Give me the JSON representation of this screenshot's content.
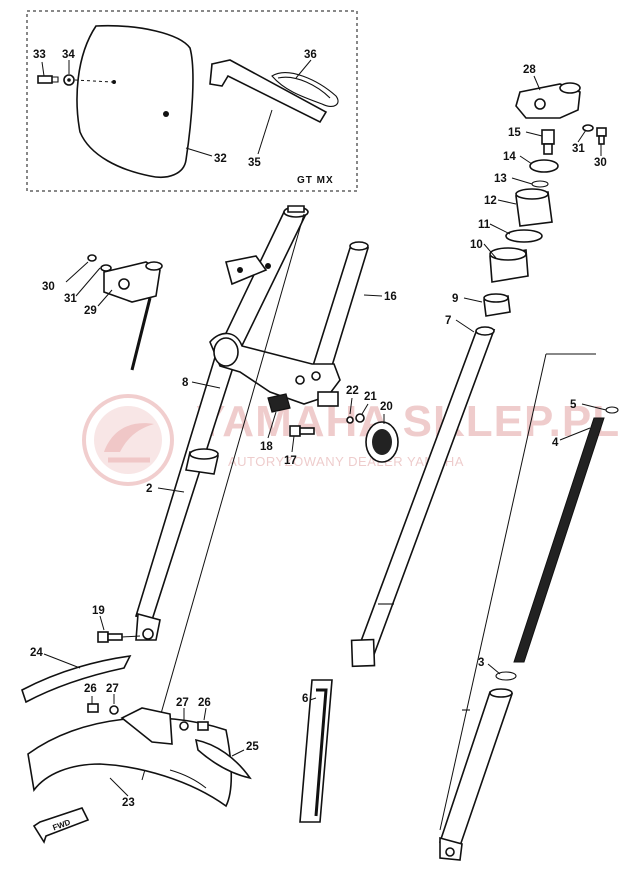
{
  "diagram": {
    "callouts": [
      {
        "id": "c33",
        "label": "33"
      },
      {
        "id": "c34",
        "label": "34"
      },
      {
        "id": "c36",
        "label": "36"
      },
      {
        "id": "c32",
        "label": "32"
      },
      {
        "id": "c35",
        "label": "35"
      },
      {
        "id": "c28",
        "label": "28"
      },
      {
        "id": "c15",
        "label": "15"
      },
      {
        "id": "c31a",
        "label": "31"
      },
      {
        "id": "c30a",
        "label": "30"
      },
      {
        "id": "c14",
        "label": "14"
      },
      {
        "id": "c13",
        "label": "13"
      },
      {
        "id": "c12",
        "label": "12"
      },
      {
        "id": "c11",
        "label": "11"
      },
      {
        "id": "c10",
        "label": "10"
      },
      {
        "id": "c9",
        "label": "9"
      },
      {
        "id": "c7",
        "label": "7"
      },
      {
        "id": "c30b",
        "label": "30"
      },
      {
        "id": "c31b",
        "label": "31"
      },
      {
        "id": "c29",
        "label": "29"
      },
      {
        "id": "c16",
        "label": "16"
      },
      {
        "id": "c8",
        "label": "8"
      },
      {
        "id": "c22",
        "label": "22"
      },
      {
        "id": "c21",
        "label": "21"
      },
      {
        "id": "c20",
        "label": "20"
      },
      {
        "id": "c18",
        "label": "18"
      },
      {
        "id": "c17",
        "label": "17"
      },
      {
        "id": "c5",
        "label": "5"
      },
      {
        "id": "c4",
        "label": "4"
      },
      {
        "id": "c2",
        "label": "2"
      },
      {
        "id": "c19",
        "label": "19"
      },
      {
        "id": "c24",
        "label": "24"
      },
      {
        "id": "c26a",
        "label": "26"
      },
      {
        "id": "c27a",
        "label": "27"
      },
      {
        "id": "c27b",
        "label": "27"
      },
      {
        "id": "c26b",
        "label": "26"
      },
      {
        "id": "c25",
        "label": "25"
      },
      {
        "id": "c23",
        "label": "23"
      },
      {
        "id": "c6",
        "label": "6"
      },
      {
        "id": "c3",
        "label": "3"
      }
    ],
    "model_tag": "GT  MX",
    "fwd_marker": "FWD",
    "watermark": {
      "brand": "YAMAHA SKLEP.PL",
      "sub": "AUTORYZOWANY DEALER YAMAHA"
    },
    "colors": {
      "ink": "#111111",
      "watermark": "#e7b2b2",
      "background": "#ffffff"
    }
  }
}
